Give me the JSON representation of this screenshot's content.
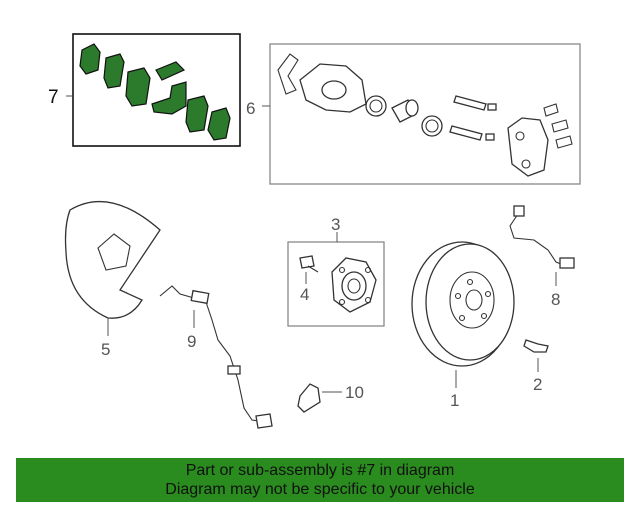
{
  "callouts": {
    "c1": "1",
    "c2": "2",
    "c3": "3",
    "c4": "4",
    "c5": "5",
    "c6": "6",
    "c7": "7",
    "c8": "8",
    "c9": "9",
    "c10": "10"
  },
  "banner": {
    "line1": "Part or sub-assembly is #7 in diagram",
    "line2": "Diagram may not be specific to your vehicle"
  },
  "colors": {
    "highlight": "#2c7a2c",
    "banner_bg": "#2a8b1f",
    "line": "#333333"
  }
}
